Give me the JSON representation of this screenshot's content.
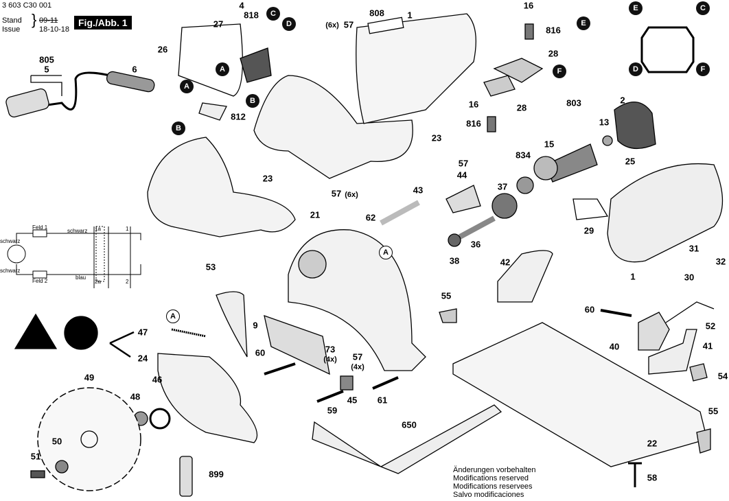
{
  "header": {
    "part_number": "3 603 C30 001",
    "stand_label": "Stand",
    "issue_label": "Issue",
    "old_date": "09-11",
    "new_date": "18-10-18",
    "figure": "Fig./Abb. 1"
  },
  "circuit": {
    "field1": "Feld 1",
    "field2": "Feld 2",
    "wire_top_left": "schwarz",
    "wire_bottom_left": "schwarz",
    "wire_top": "schwarz",
    "wire_bottom": "blau",
    "t1a": "1a",
    "t2a": "2a",
    "t1": "1",
    "t2": "2"
  },
  "connectors": {
    "A": "A",
    "B": "B",
    "C": "C",
    "D": "D",
    "E": "E",
    "F": "F"
  },
  "labels": [
    "805",
    "5",
    "6",
    "26",
    "27",
    "4",
    "818",
    "812",
    "(6x)",
    "57",
    "808",
    "1",
    "16",
    "816",
    "28",
    "16",
    "816",
    "28",
    "803",
    "13",
    "2",
    "15",
    "834",
    "25",
    "23",
    "57",
    "(6x)",
    "23",
    "57",
    "44",
    "43",
    "37",
    "62",
    "21",
    "36",
    "38",
    "29",
    "31",
    "30",
    "32",
    "1",
    "42",
    "53",
    "47",
    "24",
    "9",
    "55",
    "60",
    "52",
    "40",
    "41",
    "54",
    "73",
    "(4x)",
    "57",
    "(4x)",
    "60",
    "49",
    "46",
    "48",
    "45",
    "61",
    "59",
    "650",
    "55",
    "50",
    "51",
    "899",
    "22",
    "58"
  ],
  "notes": [
    "Änderungen vorbehalten",
    "Modifications reserved",
    "Modifications reservees",
    "Salvo modificaciones"
  ]
}
